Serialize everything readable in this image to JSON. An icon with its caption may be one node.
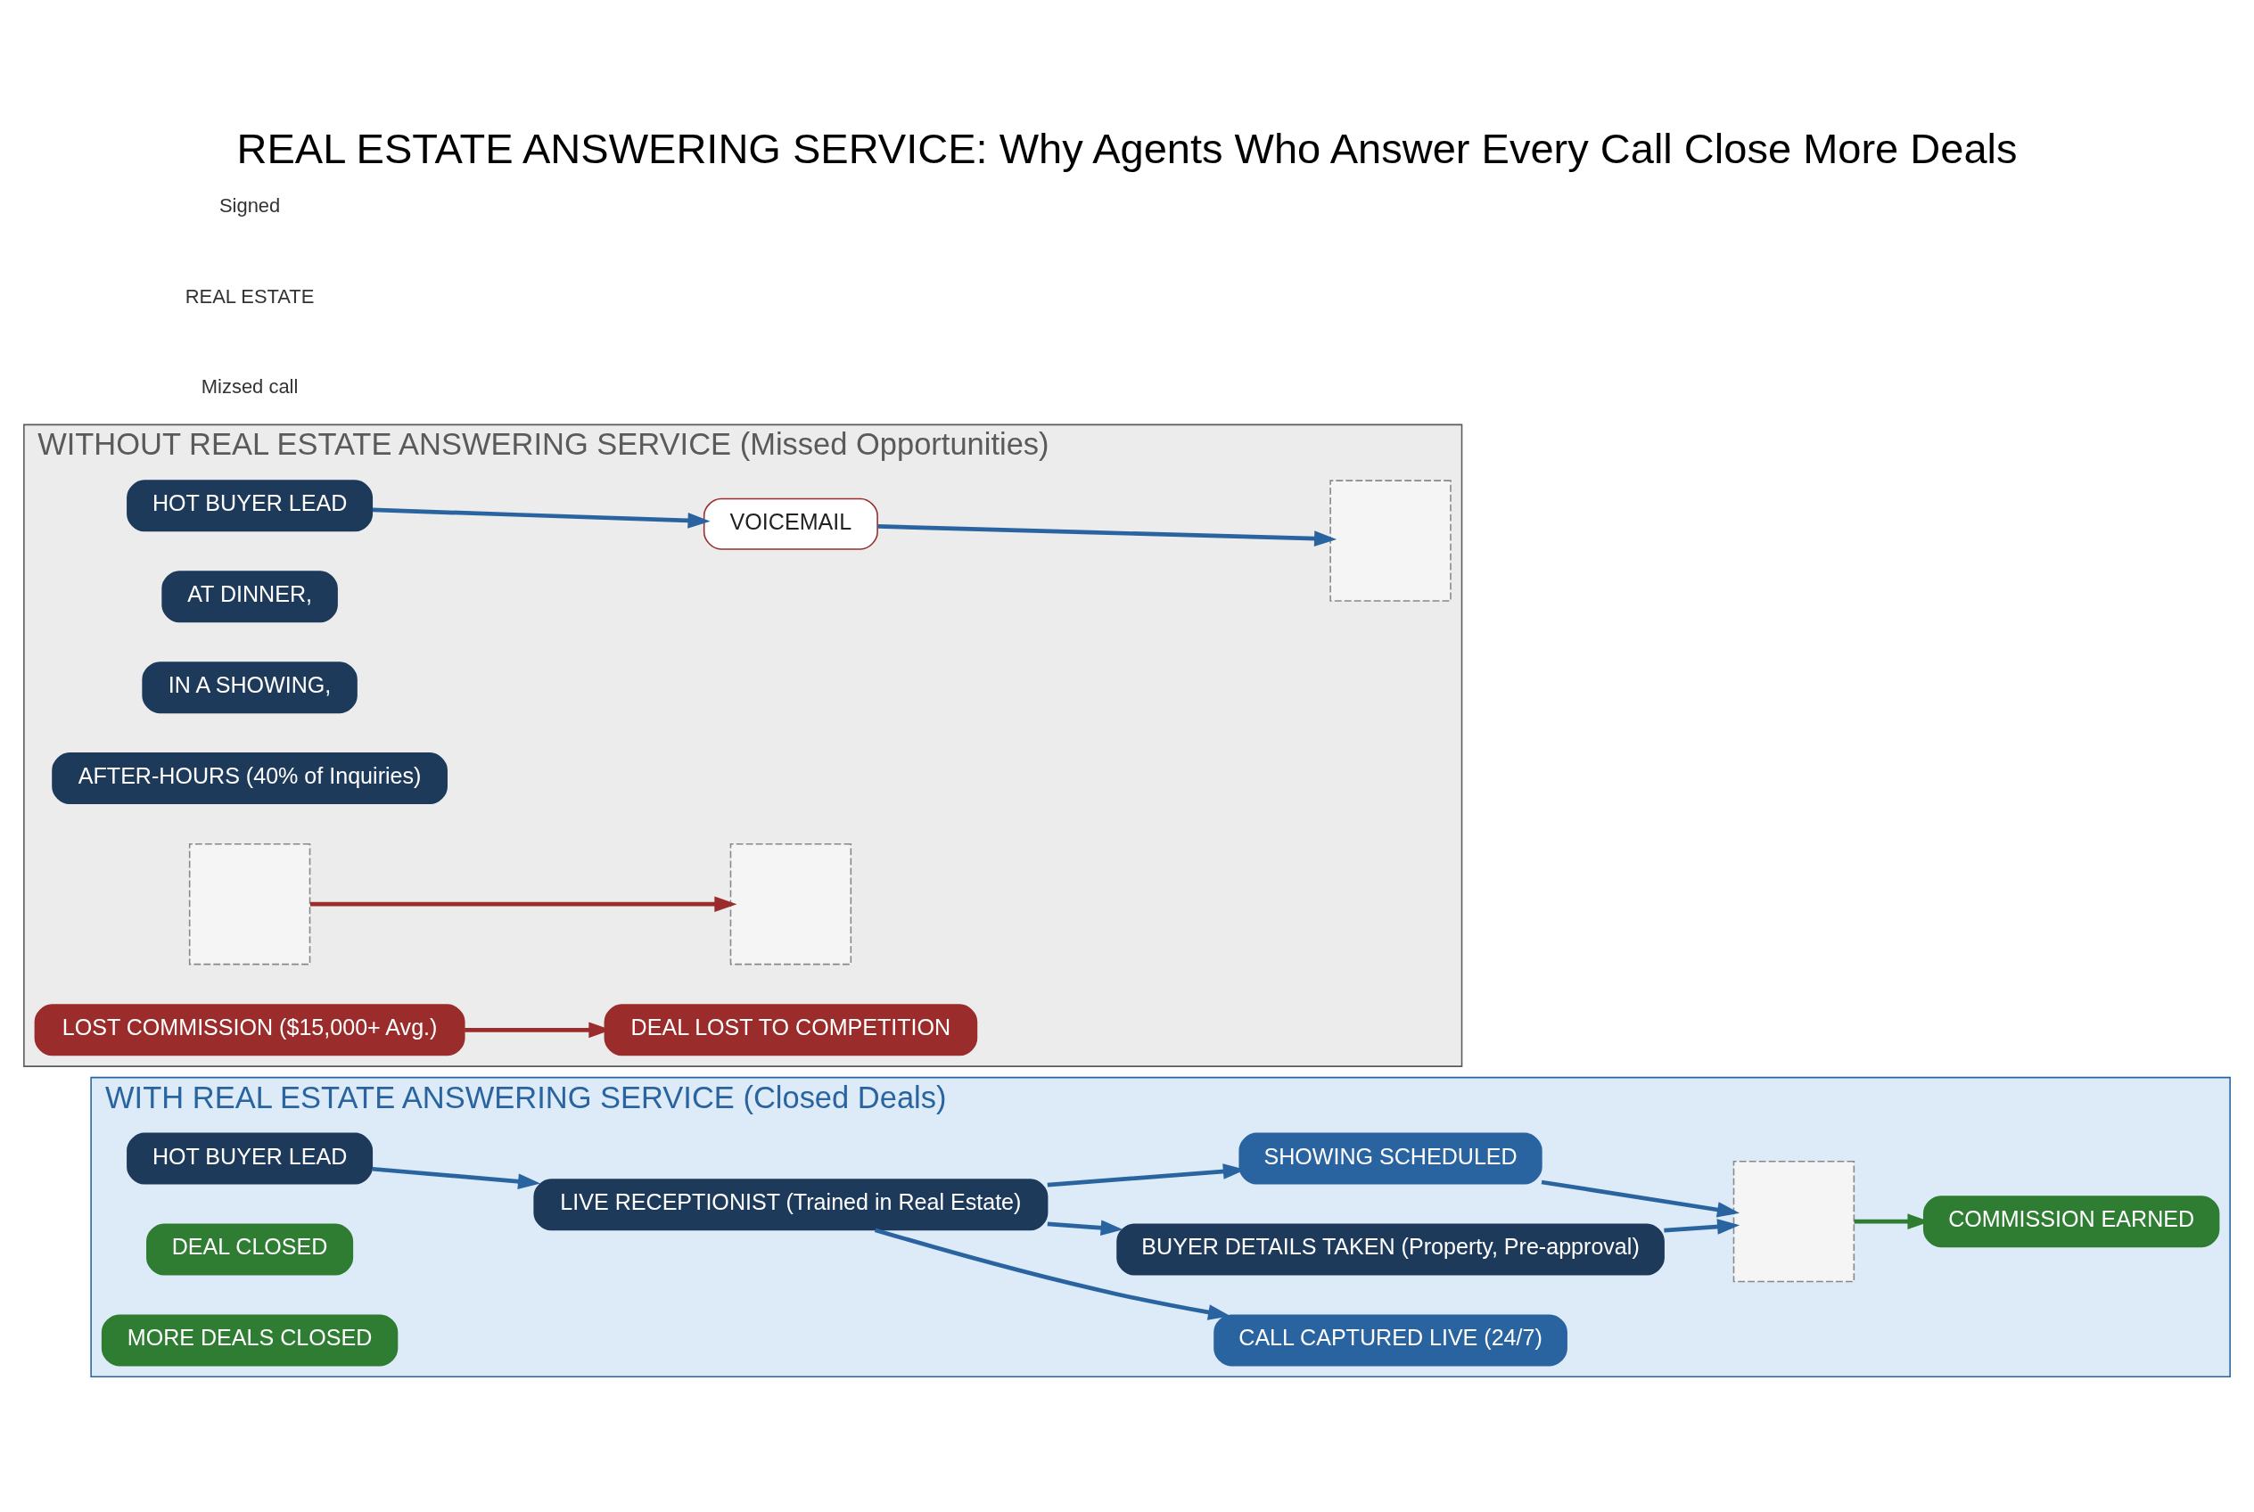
{
  "diagram": {
    "title": "REAL ESTATE ANSWERING SERVICE: Why Agents Who Answer Every Call Close More Deals",
    "nodes": [
      {
        "text": [
          "WITHOUT REAL ESTATE ANSWERING SERVICE (Missed Opportunities)"
        ]
      },
      {
        "text": [
          "HOT BUYER LEAD"
        ],
        "in": 0
      },
      {
        "text": [
          "VOICEMAIL"
        ],
        "in": 0
      },
      {
        "text": [],
        "shape": "box",
        "in": 0
      },
      {
        "text": [
          "AT DINNER,"
        ],
        "in": 0
      },
      {
        "text": [
          "IN A SHOWING,"
        ],
        "in": 0
      },
      {
        "text": [
          "AFTER-HOURS (40% of Inquiries)"
        ],
        "in": 0
      },
      {
        "text": [],
        "shape": "box",
        "in": 0
      },
      {
        "text": [],
        "shape": "box",
        "in": 0
      },
      {
        "text": [
          "LOST COMMISSION ($15,000+ Avg.)"
        ],
        "in": 0
      },
      {
        "text": [
          "DEAL LOST TO COMPETITION"
        ],
        "in": 0
      },
      {
        "text": [
          "WITH REAL ESTATE ANSWERING SERVICE (Closed Deals)"
        ]
      },
      {
        "text": [
          "HOT BUYER LEAD"
        ],
        "in": 11
      },
      {
        "text": [
          "LIVE RECEPTIONIST (Trained in Real Estate)"
        ],
        "in": 11
      },
      {
        "text": [
          "CALL CAPTURED LIVE (24/7)"
        ],
        "in": 11
      },
      {
        "text": [
          "BUYER DETAILS TAKEN (Property, Pre-approval)"
        ],
        "in": 11
      },
      {
        "text": [
          "SHOWING SCHEDULED"
        ],
        "in": 11
      },
      {
        "text": [],
        "shape": "box",
        "in": 11
      },
      {
        "text": [
          "DEAL CLOSED"
        ],
        "in": 11
      },
      {
        "text": [
          "COMMISSION EARNED"
        ],
        "in": 11
      },
      {
        "text": [
          "MORE DEALS CLOSED"
        ],
        "in": 11
      }
    ],
    "edges": [
      {
        "from": 1,
        "to": 2,
        "arrow": "to"
      },
      {
        "from": 2,
        "to": 3,
        "arrow": "to"
      },
      {
        "from": 8,
        "to": 7,
        "arrow": "to",
        "color": "#9b2c2c"
      },
      {
        "from": 9,
        "to": 10,
        "arrow": "to",
        "color": "#9b2c2c"
      },
      {
        "from": 12,
        "to": 13,
        "arrow": "to"
      },
      {
        "from": 13,
        "to": 14,
        "arrow": "to"
      },
      {
        "from": 13,
        "to": 15,
        "arrow": "to"
      },
      {
        "from": 13,
        "to": 16,
        "arrow": "to"
      },
      {
        "from": 15,
        "to": 17,
        "arrow": "to"
      },
      {
        "from": 16,
        "to": 17,
        "arrow": "to"
      },
      {
        "from": 17,
        "to": 19,
        "arrow": "to",
        "color": "#2e7d32"
      }
    ],
    "labels": [
      "Mizsed call",
      "REAL ESTATE",
      "Signed"
    ]
  }
}
